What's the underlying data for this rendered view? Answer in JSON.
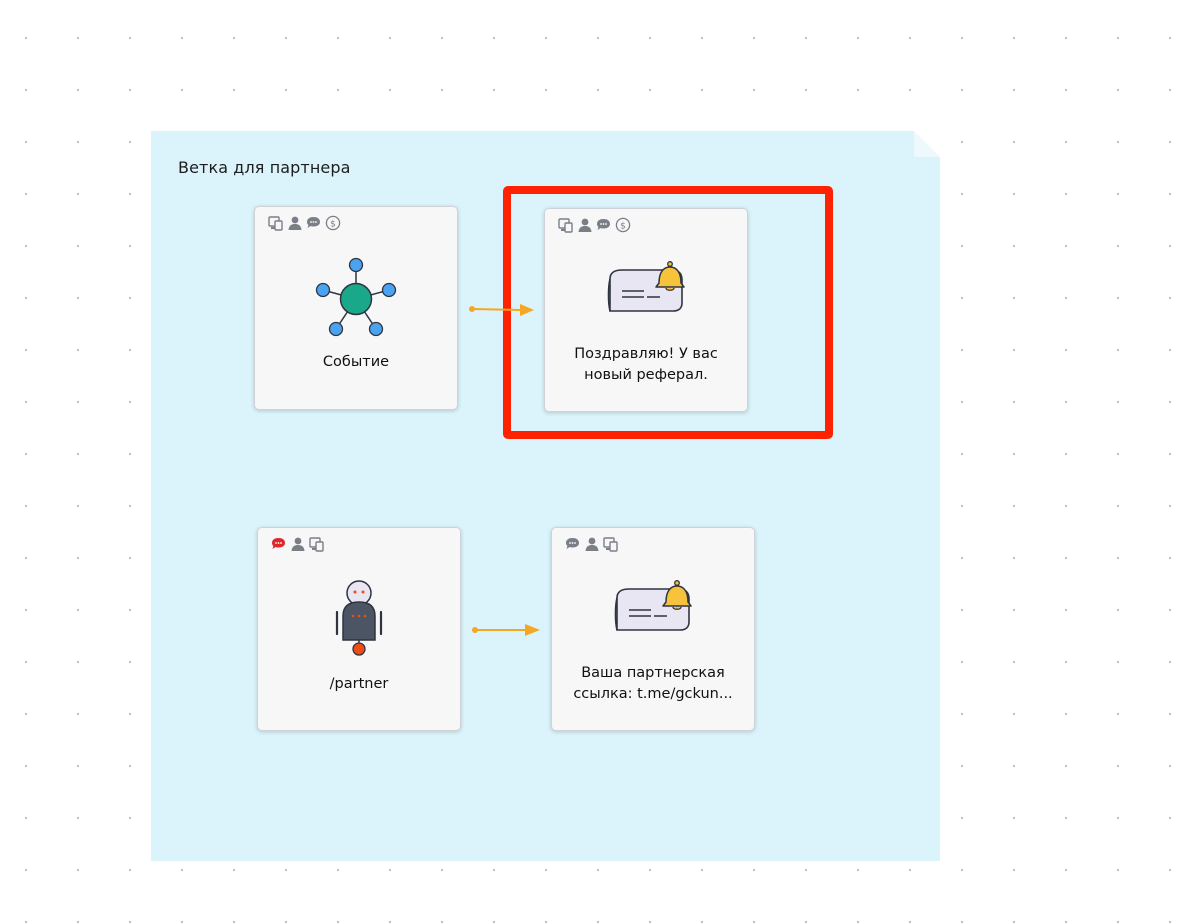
{
  "group": {
    "title": "Ветка для партнера"
  },
  "nodes": {
    "event": {
      "label": "Событие",
      "icon": "event-hub-icon",
      "badges": [
        "devices-icon",
        "user-icon",
        "chat-icon",
        "dollar-icon"
      ]
    },
    "notify_referral": {
      "label": "Поздравляю! У вас новый реферал.",
      "icon": "notification-message-icon",
      "badges": [
        "devices-icon",
        "user-icon",
        "chat-icon",
        "dollar-icon"
      ],
      "selected": true
    },
    "partner_command": {
      "label": "/partner",
      "icon": "robot-icon",
      "badges": [
        "chat-icon-red",
        "user-icon",
        "devices-icon"
      ]
    },
    "partner_link": {
      "label": "Ваша партнерская ссылка: t.me/gckun...",
      "icon": "notification-message-icon",
      "badges": [
        "chat-icon",
        "user-icon",
        "devices-icon"
      ]
    }
  },
  "colors": {
    "group_bg": "#dbf3fb",
    "connector": "#f5a623",
    "selection": "#ff2200",
    "hub_center": "#1aa88a",
    "hub_node": "#4aa3f0",
    "bell": "#f7c33c",
    "robot_body": "#4b5563",
    "robot_base": "#f04c14"
  }
}
